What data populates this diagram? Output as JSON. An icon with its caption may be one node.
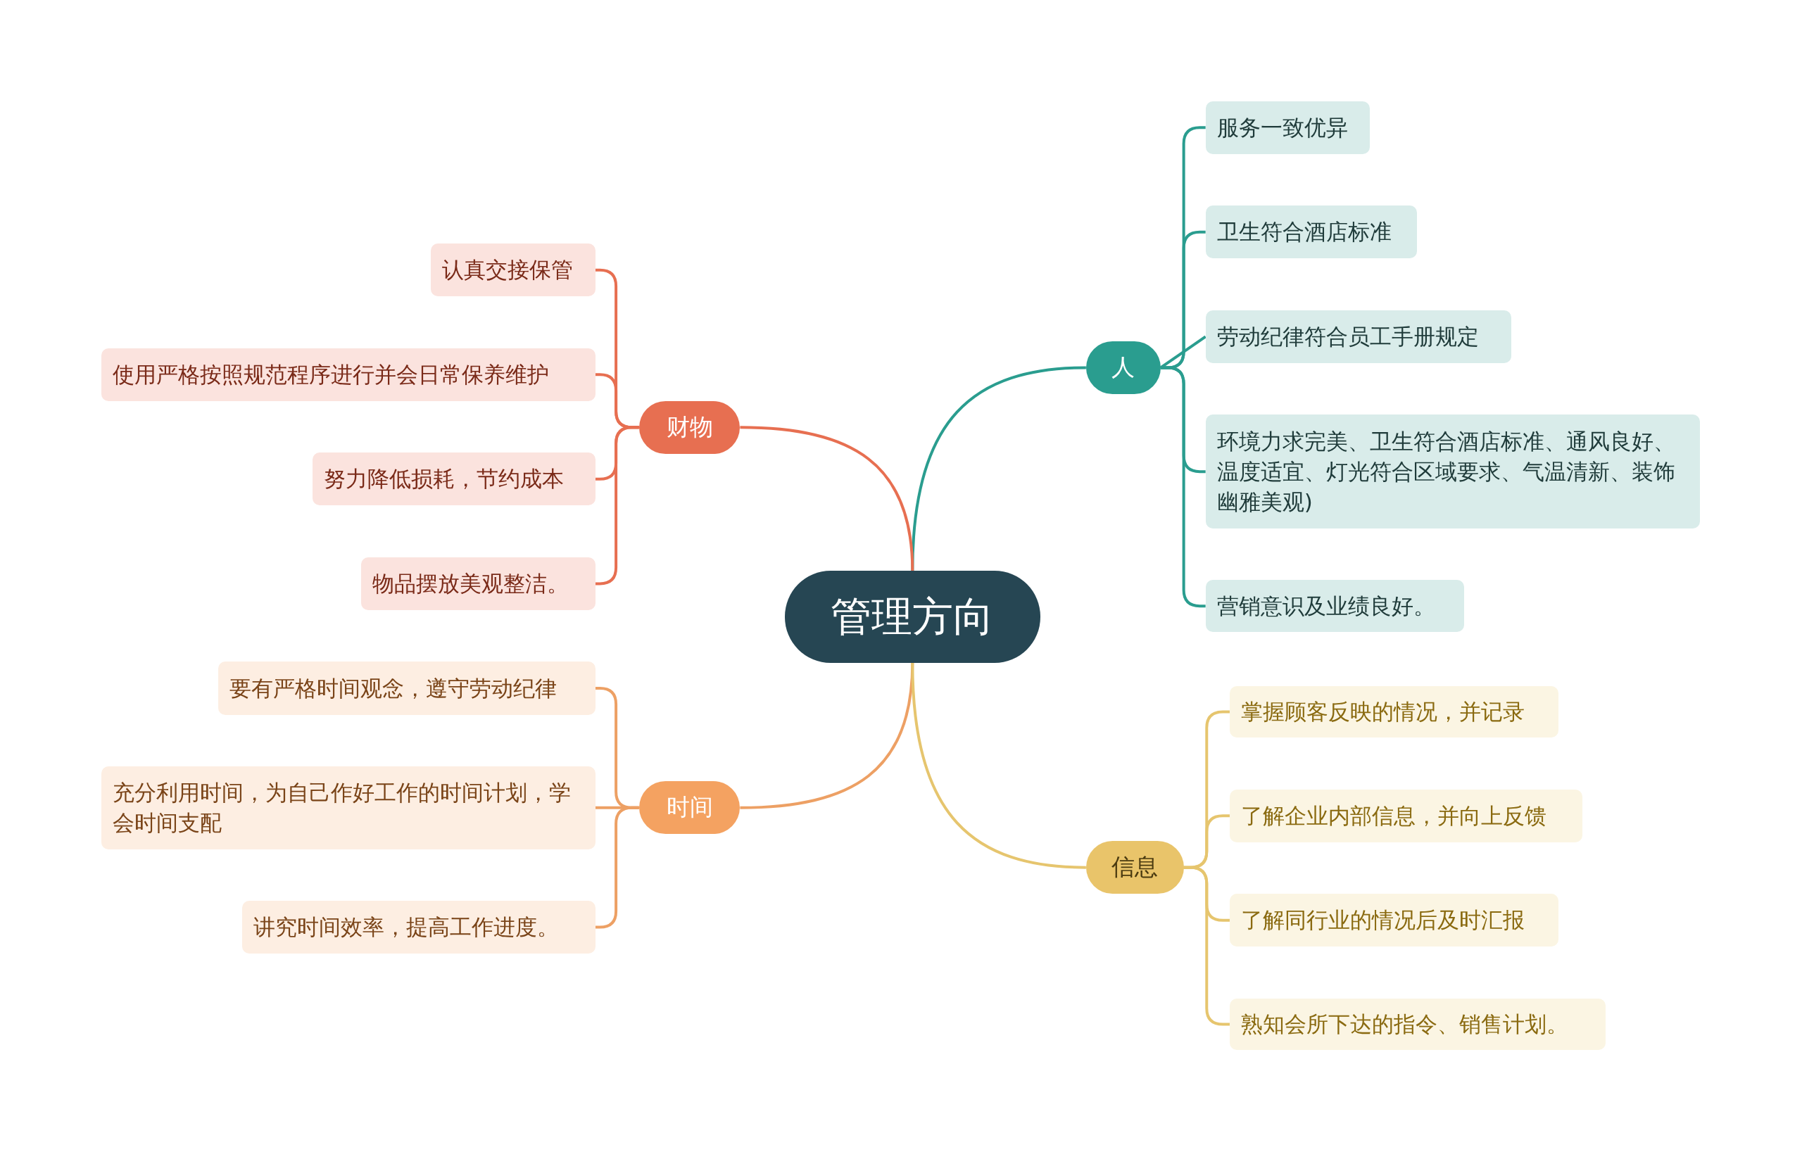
{
  "diagram": {
    "nodes": [
      {
        "text": [
          "管理方向"
        ]
      },
      {
        "text": [
          "人"
        ]
      },
      {
        "text": [
          "服务一致优异"
        ]
      },
      {
        "text": [
          "卫生符合酒店标准"
        ]
      },
      {
        "text": [
          "劳动纪律符合员工手册规定"
        ]
      },
      {
        "text": [
          "环境力求完美、卫生符合酒店标准、通风良好、温度适宜、灯光符合区域要求、气温清新、装饰幽雅美观)"
        ]
      },
      {
        "text": [
          "营销意识及业绩良好。"
        ]
      },
      {
        "text": [
          "财物"
        ]
      },
      {
        "text": [
          "认真交接保管"
        ]
      },
      {
        "text": [
          "使用严格按照规范程序进行并会日常保养维护"
        ]
      },
      {
        "text": [
          "努力降低损耗，节约成本"
        ]
      },
      {
        "text": [
          "物品摆放美观整洁。"
        ]
      },
      {
        "text": [
          "时间"
        ]
      },
      {
        "text": [
          "要有严格时间观念，遵守劳动纪律"
        ]
      },
      {
        "text": [
          "充分利用时间，为自己作好工作的时间计划，学会时间支配"
        ]
      },
      {
        "text": [
          "讲究时间效率，提高工作进度。"
        ]
      },
      {
        "text": [
          "信息"
        ]
      },
      {
        "text": [
          "掌握顾客反映的情况，并记录"
        ]
      },
      {
        "text": [
          "了解企业内部信息，并向上反馈"
        ]
      },
      {
        "text": [
          "了解同行业的情况后及时汇报"
        ]
      },
      {
        "text": [
          "熟知会所下达的指令、销售计划。"
        ]
      }
    ],
    "edges": [
      {
        "from": 0,
        "to": 1,
        "arrow": "none"
      },
      {
        "from": 0,
        "to": 7,
        "arrow": "none",
        "color": "#e76f51"
      },
      {
        "from": 0,
        "to": 12,
        "arrow": "none",
        "color": "#eda064"
      },
      {
        "from": 0,
        "to": 16,
        "arrow": "none",
        "color": "#e6c56e"
      },
      {
        "from": 1,
        "to": 2,
        "arrow": "none"
      },
      {
        "from": 1,
        "to": 3,
        "arrow": "none"
      },
      {
        "from": 1,
        "to": 4,
        "arrow": "none"
      },
      {
        "from": 1,
        "to": 5,
        "arrow": "none"
      },
      {
        "from": 1,
        "to": 6,
        "arrow": "none"
      },
      {
        "from": 7,
        "to": 8,
        "arrow": "none",
        "color": "#e76f51"
      },
      {
        "from": 7,
        "to": 9,
        "arrow": "none",
        "color": "#e76f51"
      },
      {
        "from": 7,
        "to": 10,
        "arrow": "none",
        "color": "#e76f51"
      },
      {
        "from": 7,
        "to": 11,
        "arrow": "none",
        "color": "#e76f51"
      },
      {
        "from": 12,
        "to": 13,
        "arrow": "none",
        "color": "#eda064"
      },
      {
        "from": 12,
        "to": 14,
        "arrow": "none",
        "color": "#eda064"
      },
      {
        "from": 12,
        "to": 15,
        "arrow": "none",
        "color": "#eda064"
      },
      {
        "from": 16,
        "to": 17,
        "arrow": "none",
        "color": "#e6c56e"
      },
      {
        "from": 16,
        "to": 18,
        "arrow": "none",
        "color": "#e6c56e"
      },
      {
        "from": 16,
        "to": 19,
        "arrow": "none",
        "color": "#e6c56e"
      },
      {
        "from": 16,
        "to": 20,
        "arrow": "none",
        "color": "#e6c56e"
      }
    ]
  }
}
